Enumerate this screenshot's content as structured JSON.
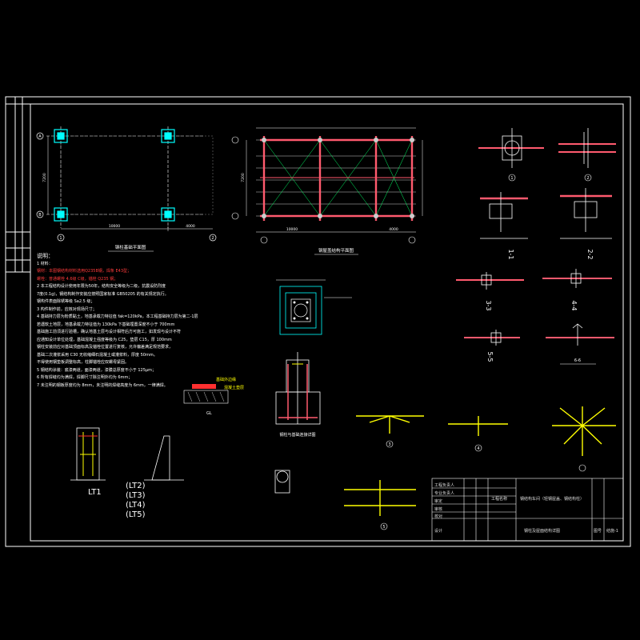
{
  "drawing": {
    "colors": {
      "background": "#000000",
      "border": "#ffffff",
      "beam": "#ff5a6e",
      "column": "#00ffff",
      "steel": "#ffff00",
      "dim": "#00ff66",
      "text": "#ffffff",
      "label_highlight": "#ff3030"
    },
    "views": {
      "foundation_plan": {
        "title": "钢柱基础平面图",
        "axis_marks": [
          "A",
          "B",
          "1",
          "2"
        ],
        "dims": [
          "10000",
          "4000",
          "7200"
        ]
      },
      "framing_plan": {
        "title": "钢屋盖结构平面图",
        "dims": [
          "10000",
          "4000",
          "7200"
        ]
      },
      "section_1_1": {
        "label": "1-1"
      },
      "section_2_2": {
        "label": "2-2"
      },
      "section_3_3": {
        "label": "3-3"
      },
      "section_4_4": {
        "label": "4-4"
      },
      "section_5_5": {
        "label": "5-5"
      },
      "section_6_6": {
        "label": "6-6"
      },
      "base_detail": {
        "label": "钢柱与基础连接详图"
      },
      "column_label": "LT1",
      "yellow_notes": [
        "基础外边缘",
        "混凝土垫层"
      ],
      "gl_label": "GL",
      "circle_marks": [
        "1",
        "2",
        "3",
        "4",
        "5"
      ]
    },
    "notes": {
      "heading": "说明：",
      "lines": [
        "1  材料：",
        "   钢材：本图钢结构材料选用Q235B钢，焊条 E43型；",
        "   螺栓：普通螺栓 4.6级 C级，锚栓 Q235 钢；",
        "2  本工程结构设计使用年限为50年，结构安全等级为二级，抗震设防烈度",
        "   7度(0.1g)，钢结构制作安装应按照国家标准 GB50205 的有关规定执行。",
        "   钢构件表面除锈等级 Sa2.5 级；",
        "3  构件制作前，应核对现场尺寸；",
        "4  基础持力层为粉质黏土，地基承载力特征值 fak=120kPa，本工程基础持力层为第二-1层",
        "   若遇软土地层，地基承载力特征值为 130kPa 下基础埋置深度不小于 700mm",
        "   基础施工前须进行验槽，确认地基土层与设计相符后方可施工，如发现与设计不符",
        "   应通知设计单位处理，基础混凝土强度等级为 C25，垫层 C15，厚 100mm",
        "   钢柱安装前应对基础顶面标高及锚栓位置进行复核，允许偏差满足规范要求，",
        "   基础二次灌浆采用 C30 无收缩细石混凝土或灌浆料，厚度 50mm。",
        "   不得使用钢垫板调整标高，柱脚锚栓应双螺母紧固。",
        "5  钢结构涂装：底漆两道，面漆两道，漆膜总厚度不小于 125μm；",
        "6  所有焊缝均为满焊，焊脚尺寸除注明外均为 6mm；",
        "7  未注明的钢板厚度均为 8mm，未注明的焊缝高度为 6mm，一律满焊。"
      ]
    },
    "column_list": [
      "(LT2)",
      "(LT3)",
      "(LT4)",
      "(LT5)"
    ],
    "title_block": {
      "rows_left": [
        "工程负责人",
        "专业负责人",
        "审定",
        "审核",
        "校对",
        "设计"
      ],
      "project_label": "工程名称",
      "project": "钢结构车间（轻钢屋盖、钢结构柱）",
      "drawing_name": "钢柱及屋面结构详图",
      "drawing_no": "结施-1",
      "drawing_label": "图号"
    }
  }
}
